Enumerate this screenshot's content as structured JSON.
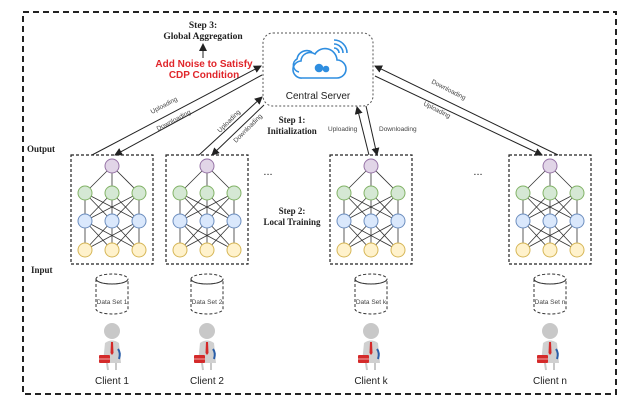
{
  "title": "Federated learning with central differential privacy",
  "server": {
    "label": "Central Server",
    "icon": "cloud-gear-wifi-icon"
  },
  "steps": {
    "step1": {
      "line1": "Step 1:",
      "line2": "Initialization"
    },
    "step2": {
      "line1": "Step 2:",
      "line2": "Local Training"
    },
    "step3": {
      "line1": "Step 3:",
      "line2": "Global Aggregation"
    }
  },
  "noise_note": {
    "line1": "Add Noise to Satisfy",
    "line2": "CDP Condition",
    "color": "#e0262b"
  },
  "layer_labels": {
    "output": "Output",
    "input": "Input"
  },
  "ellipsis": "...",
  "links": {
    "upload": "Uploading",
    "download": "Downloading"
  },
  "clients": [
    {
      "name": "Client 1",
      "dataset": "Data Set 1"
    },
    {
      "name": "Client 2",
      "dataset": "Data Set 2"
    },
    {
      "name": "Client k",
      "dataset": "Data Set k"
    },
    {
      "name": "Client n",
      "dataset": "Data Set n"
    }
  ],
  "node_colors": {
    "output": "#e1d5e7",
    "hidden1": "#d5e8d4",
    "hidden2": "#dae8fc",
    "input": "#fff2cc"
  }
}
